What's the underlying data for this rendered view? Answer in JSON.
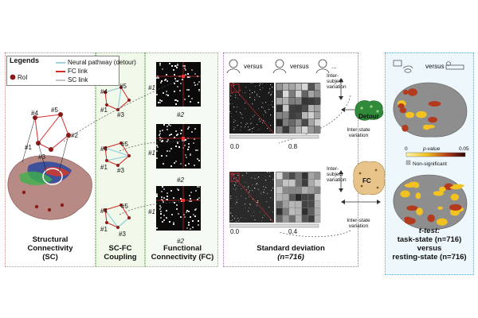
{
  "legend": {
    "title": "Legends",
    "roi": "RoI",
    "neural_pathway": "Neural pathway (detour)",
    "fc_link": "FC link",
    "sc_link": "SC link"
  },
  "nodes": {
    "n1": "#1",
    "n2": "#2",
    "n3": "#3",
    "n4": "#4",
    "n5": "#5"
  },
  "panels": {
    "structural": {
      "line1": "Structural",
      "line2": "Connectivity",
      "line3": "(SC)"
    },
    "coupling": {
      "line1": "SC-FC",
      "line2": "Coupling"
    },
    "functional": {
      "line1": "Functional",
      "line2": "Connectivity (FC)"
    },
    "std_dev": {
      "title": "Standard deviation",
      "n_label": "(n=716)",
      "scale_min": "0.0",
      "scale_mid1": "0.8",
      "scale_mid2": "0.4"
    },
    "ttest": {
      "line1": "t-test:",
      "line2": "task-state (n=716)",
      "line3": "versus",
      "line4": "resting-state (n=716)",
      "versus": "versus",
      "colorbar_min": "0",
      "colorbar_label": "p-value",
      "colorbar_max": "0.05",
      "non_significant": "Non-significant"
    }
  },
  "top_row": {
    "versus1": "versus",
    "versus2": "versus",
    "ellipsis": "..."
  },
  "variation": {
    "inter_subject": "Inter-subject variation",
    "inter_state": "Inter-state variation",
    "detour": "Detour",
    "fc": "FC"
  },
  "colors": {
    "roi": "#8b1a1a",
    "fc_link": "#d42a2a",
    "sc_link": "#9fd3e0",
    "detour_green": "#2f8a3a"
  }
}
